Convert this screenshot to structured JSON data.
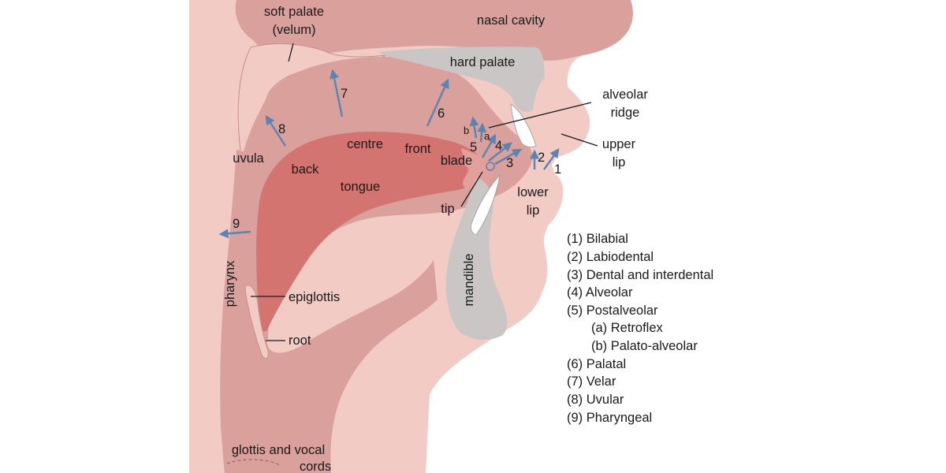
{
  "labels": {
    "soft_palate": "soft palate",
    "velum": "(velum)",
    "nasal_cavity": "nasal cavity",
    "hard_palate": "hard palate",
    "alveolar": "alveolar",
    "ridge": "ridge",
    "upper": "upper",
    "upper_lip_lip": "lip",
    "lower": "lower",
    "lower_lip_lip": "lip",
    "uvula": "uvula",
    "back": "back",
    "centre": "centre",
    "front": "front",
    "blade": "blade",
    "tongue": "tongue",
    "tip": "tip",
    "mandible": "mandible",
    "pharynx": "pharynx",
    "epiglottis": "epiglottis",
    "root": "root",
    "glottis": "glottis and vocal",
    "cords": "cords"
  },
  "arrow_numbers": {
    "n1": "1",
    "n2": "2",
    "n3": "3",
    "n4": "4",
    "n5": "5",
    "n6": "6",
    "n7": "7",
    "n8": "8",
    "n9": "9",
    "a": "a",
    "b": "b"
  },
  "legend": [
    "(1)  Bilabial",
    "(2)  Labiodental",
    "(3)  Dental and interdental",
    "(4)  Alveolar",
    "(5)  Postalveolar",
    "(a) Retroflex",
    "(b) Palato-alveolar",
    "(6)  Palatal",
    "(7)  Velar",
    "(8)  Uvular",
    "(9)  Pharyngeal"
  ],
  "colors": {
    "skin": "#f1cbc4",
    "tissue": "#d9a09c",
    "tongue": "#d47470",
    "bone": "#c9c6c5",
    "tooth": "#ffffff",
    "arrow": "#5b84b1",
    "outline": "#9a5a58"
  }
}
